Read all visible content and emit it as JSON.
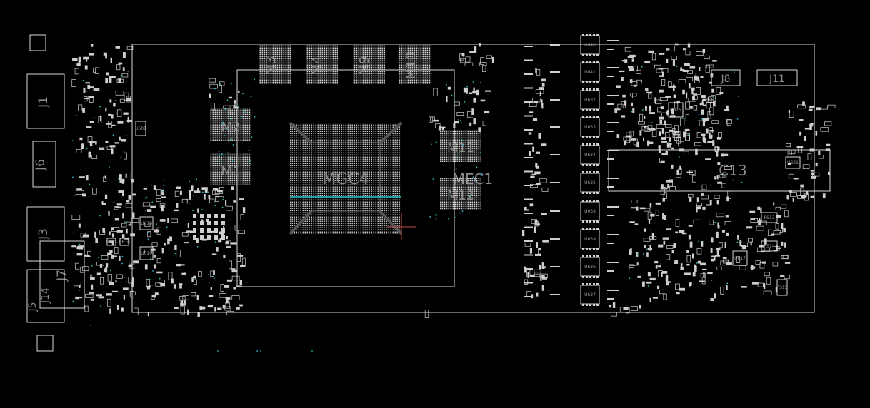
{
  "viewer": {
    "background": "#000000",
    "outline_color": "#d8d8d8",
    "pad_color": "#cfcfcf",
    "via_color": "#2fb7c4",
    "label_color": "#8a8a8a",
    "highlight_color": "#29d0d8",
    "cursor_color": "#c44b4b"
  },
  "labels": {
    "memory": [
      "M3",
      "M4",
      "M9",
      "M10",
      "M2",
      "M1",
      "M11",
      "M12"
    ],
    "gpu": "MGC4",
    "gpu_overlay": "MEC1",
    "shield": "C13",
    "connectors": [
      "J1",
      "J6",
      "J3",
      "J7",
      "J5",
      "J14",
      "J8",
      "J11"
    ],
    "vrm": [
      "U640",
      "U641",
      "U632",
      "U633",
      "U634",
      "U635",
      "U638",
      "U639",
      "U636",
      "U637"
    ],
    "small_parts": [
      "U601",
      "U618",
      "U619",
      "U615",
      "U616",
      "U625",
      "U617",
      "PS13",
      "PS14",
      "PS15",
      "U621"
    ]
  }
}
